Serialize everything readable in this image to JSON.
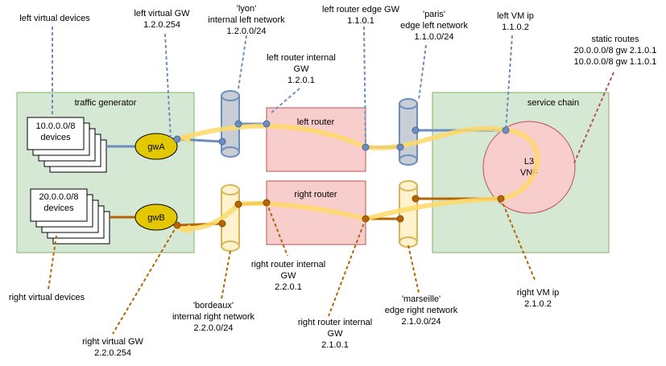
{
  "boxes": {
    "traffic_generator": "traffic generator",
    "service_chain": "service chain",
    "left_router": "left router",
    "right_router": "right router"
  },
  "devices": {
    "left": [
      "10.0.0.0/8",
      "devices"
    ],
    "right": [
      "20.0.0.0/8",
      "devices"
    ]
  },
  "gateways": {
    "a": "gwA",
    "b": "gwB"
  },
  "vnf": [
    "L3",
    "VNF"
  ],
  "labels": {
    "left_virtual_devices": "left virtual devices",
    "left_virtual_gw": [
      "left virtual GW",
      "1.2.0.254"
    ],
    "lyon": [
      "'lyon'",
      "internal left network",
      "1.2.0.0/24"
    ],
    "left_router_edge_gw": [
      "left router edge GW",
      "1.1.0.1"
    ],
    "paris": [
      "'paris'",
      "edge left network",
      "1.1.0.0/24"
    ],
    "left_vm_ip": [
      "left VM ip",
      "1.1.0.2"
    ],
    "static_routes": [
      "static routes",
      "20.0.0.0/8 gw 2.1.0.1",
      "10.0.0.0/8 gw 1.1.0.1"
    ],
    "left_router_internal_gw": [
      "left router internal",
      "GW",
      "1.2.0.1"
    ],
    "right_virtual_devices": "right virtual devices",
    "right_router_internal_gw_top": [
      "right router internal",
      "GW",
      "2.2.0.1"
    ],
    "bordeaux": [
      "'bordeaux'",
      "internal right network",
      "2.2.0.0/24"
    ],
    "marseille": [
      "'marseille'",
      "edge right network",
      "2.1.0.0/24"
    ],
    "right_vm_ip": [
      "right VM ip",
      "2.1.0.2"
    ],
    "right_virtual_gw": [
      "right virtual GW",
      "2.2.0.254"
    ],
    "right_router_internal_gw_bottom": [
      "right router internal",
      "GW",
      "2.1.0.1"
    ]
  },
  "colors": {
    "green_box": "#d5e8d4",
    "green_border": "#82b366",
    "red_box": "#f8cecc",
    "red_border": "#b85450",
    "blue_line": "#6c8ebf",
    "blue_cyl": "#c9cdd6",
    "orange_line": "#b46504",
    "orange_cyl": "#fff2cc",
    "orange_cyl_border": "#d6b656",
    "gw_fill": "#e3c800",
    "flow": "#ffd966",
    "blue_dash": "#6c8ebf",
    "orange_dash": "#b46504",
    "red_dash": "#b85450"
  }
}
